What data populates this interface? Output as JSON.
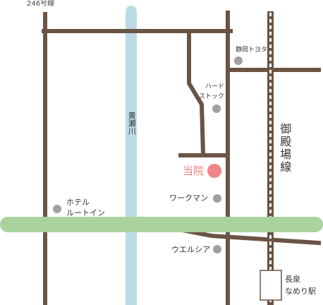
{
  "colors": {
    "road": "#6b5444",
    "river": "#bcdbe5",
    "highway": "#a9d29d",
    "poi": "#a0a0a0",
    "clinic": "#f0868a",
    "clinic_text": "#ee8080",
    "rail_border": "#6b5444",
    "rail_fill": "#ffffff"
  },
  "labels": {
    "route_246": "246号線",
    "river": "黄瀬川",
    "railway": "御殿場線",
    "clinic": "当院",
    "shizudo": "静岡トヨタ",
    "hardstock": "ハード\nストック",
    "workman": "ワークマン",
    "hotel": "ホテル\nルートイン",
    "welcia": "ウエルシア",
    "station": "長泉\nなめり駅"
  },
  "icons": {
    "poi": "dot-marker-icon",
    "clinic": "clinic-marker-icon",
    "station": "station-box-icon"
  }
}
